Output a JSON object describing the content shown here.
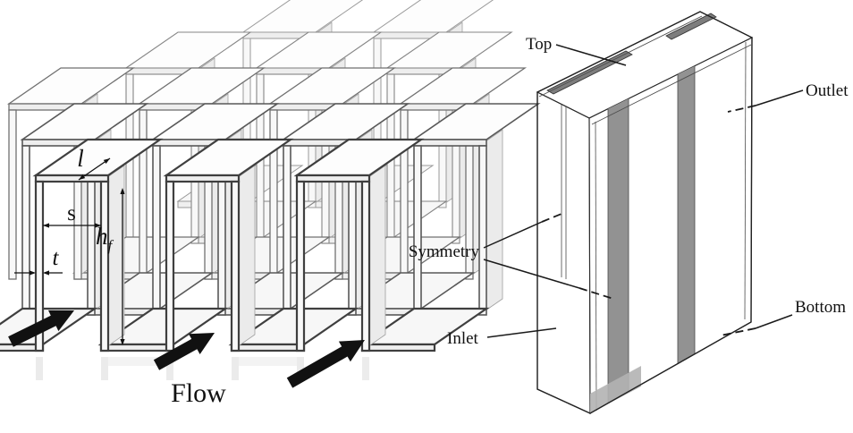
{
  "left_panel": {
    "description": "Isometric drawing of an offset strip fin array",
    "labels": {
      "fin_length": "l",
      "fin_spacing": "s",
      "fin_height_main": "h",
      "fin_height_sub": "f",
      "fin_thickness": "t",
      "flow": "Flow"
    }
  },
  "right_panel": {
    "description": "Computational domain with boundary condition labels",
    "labels": {
      "top": "Top",
      "outlet": "Outlet",
      "symmetry": "Symmetry",
      "inlet": "Inlet",
      "bottom": "Bottom"
    }
  },
  "colors": {
    "ink": "#1a1a1a",
    "fin_outline": "#3f3f3f",
    "solid_face": "#9c9c9c",
    "flow_arrow": "#111111"
  }
}
